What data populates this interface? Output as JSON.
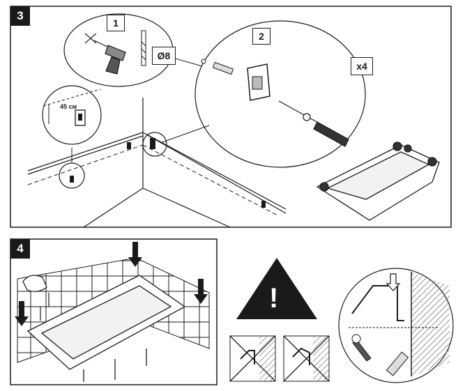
{
  "steps": [
    {
      "number": "3"
    },
    {
      "number": "4"
    }
  ],
  "panel3": {
    "callouts": [
      "1",
      "2"
    ],
    "drill_size": "Ø8",
    "quantity": "x4",
    "height_label": "45 см"
  },
  "panel4": {
    "warning_symbol": "!"
  },
  "icons": [
    "drill-icon",
    "drill-bit-icon",
    "screwdriver-icon",
    "wall-plug-icon",
    "screw-icon",
    "bracket-icon",
    "bathtub-icon",
    "hand-icon",
    "warning-icon",
    "prohibited-icon",
    "press-down-arrow-icon"
  ],
  "colors": {
    "ink": "#1a1a1a",
    "paper": "#ffffff",
    "hatch": "#555555"
  }
}
